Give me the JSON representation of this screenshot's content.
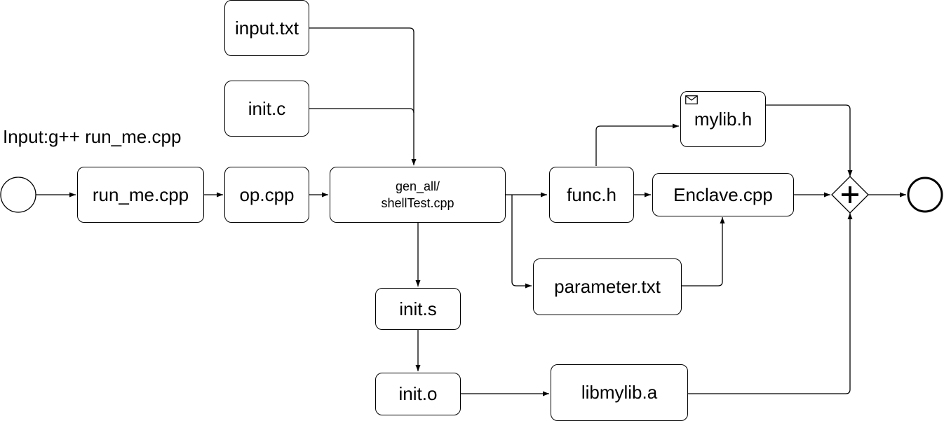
{
  "caption": "Input:g++ run_me.cpp",
  "nodes": {
    "input_txt": "input.txt",
    "init_c": "init.c",
    "run_me": "run_me.cpp",
    "op": "op.cpp",
    "shelltest": "gen_all/\nshellTest.cpp",
    "func_h": "func.h",
    "mylib_h": "mylib.h",
    "enclave": "Enclave.cpp",
    "parameter": "parameter.txt",
    "init_s": "init.s",
    "init_o": "init.o",
    "libmylib": "libmylib.a"
  },
  "icons": {
    "start": "start-event-circle",
    "end": "end-event-circle",
    "gateway": "parallel-gateway-plus",
    "message": "envelope-icon"
  }
}
